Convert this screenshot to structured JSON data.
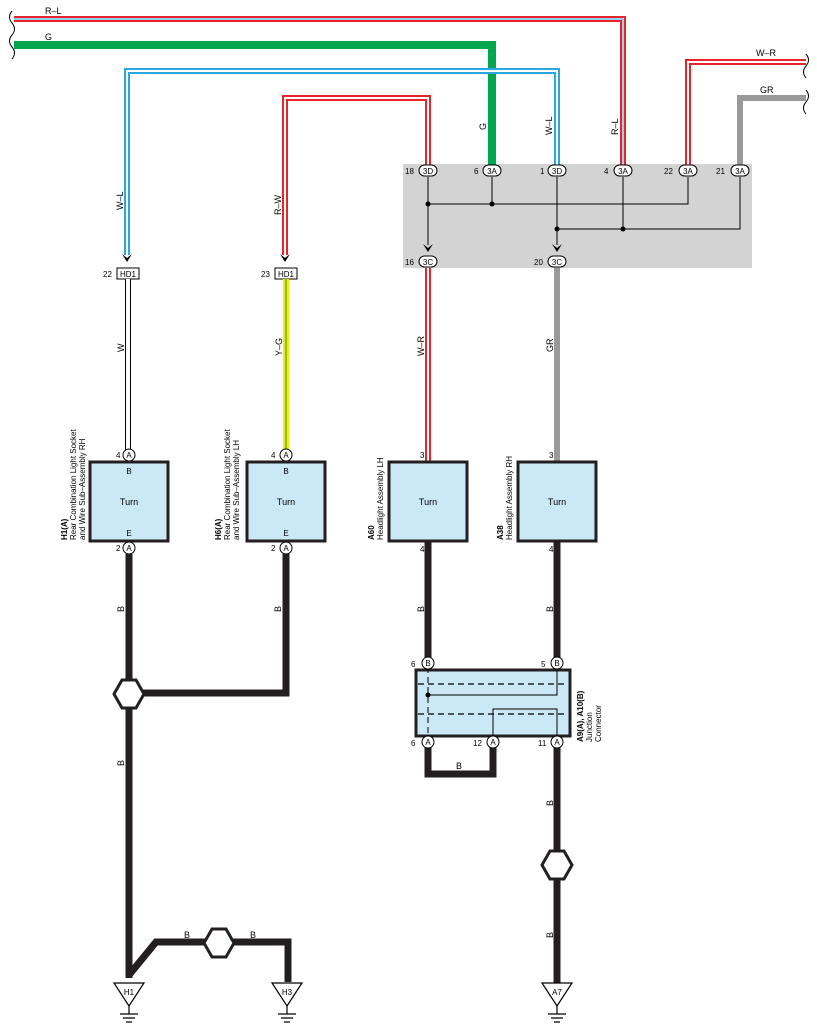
{
  "colors": {
    "red": "#e8232a",
    "green": "#00a650",
    "blue": "#2aa7e0",
    "yellow": "#ffe600",
    "gray": "#999999",
    "black": "#231f20",
    "component_fill": "#cbe8f7",
    "junction_block_fill": "#d3d3d3"
  },
  "wires": {
    "r_l": "R–L",
    "g": "G",
    "w_r": "W–R",
    "gr": "GR",
    "w_l": "W–L",
    "r_w": "R–W",
    "w": "W",
    "y_g": "Y–G",
    "b": "B"
  },
  "junction_block": {
    "top_pins": [
      {
        "num": "18",
        "conn": "3D"
      },
      {
        "num": "6",
        "conn": "3A"
      },
      {
        "num": "1",
        "conn": "3D"
      },
      {
        "num": "4",
        "conn": "3A"
      },
      {
        "num": "22",
        "conn": "3A"
      },
      {
        "num": "21",
        "conn": "3A"
      }
    ],
    "bottom_pins": [
      {
        "num": "16",
        "conn": "3C"
      },
      {
        "num": "20",
        "conn": "3C"
      }
    ]
  },
  "hd_connectors": [
    {
      "num": "22",
      "name": "HD1"
    },
    {
      "num": "23",
      "name": "HD1"
    }
  ],
  "components": [
    {
      "id": "H1(A)",
      "desc1": "Rear Combination Light Socket",
      "desc2": "and Wire Sub–Assembly RH",
      "label": "Turn",
      "top_pin": "4",
      "top_conn": "A",
      "top_term": "B",
      "bot_pin": "2",
      "bot_conn": "A",
      "bot_term": "E"
    },
    {
      "id": "H6(A)",
      "desc1": "Rear Combination Light Socket",
      "desc2": "and Wire Sub–Assembly LH",
      "label": "Turn",
      "top_pin": "4",
      "top_conn": "A",
      "top_term": "B",
      "bot_pin": "2",
      "bot_conn": "A",
      "bot_term": "E"
    },
    {
      "id": "A60",
      "desc1": "Headlight Assembly LH",
      "label": "Turn",
      "top_pin": "3",
      "bot_pin": "4"
    },
    {
      "id": "A38",
      "desc1": "Headlight Assembly RH",
      "label": "Turn",
      "top_pin": "3",
      "bot_pin": "4"
    }
  ],
  "junction_connector": {
    "id": "A9(A), A10(B)",
    "desc1": "Junction",
    "desc2": "Connector",
    "top_pins": [
      {
        "num": "6",
        "conn": "B"
      },
      {
        "num": "5",
        "conn": "B"
      }
    ],
    "bottom_pins": [
      {
        "num": "6",
        "conn": "A"
      },
      {
        "num": "12",
        "conn": "A"
      },
      {
        "num": "11",
        "conn": "A"
      }
    ]
  },
  "grounds": [
    "H1",
    "H3",
    "A7"
  ]
}
